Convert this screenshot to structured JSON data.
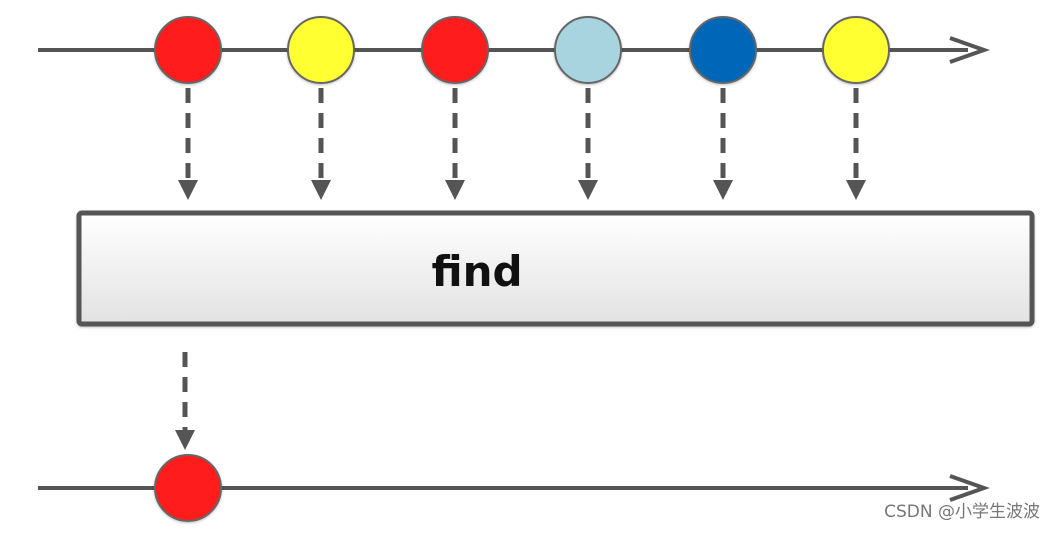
{
  "diagram": {
    "operator_label": "find",
    "line_color": "#555555",
    "input_marbles": [
      {
        "color_name": "red",
        "fill": "#ff1a1a"
      },
      {
        "color_name": "yellow",
        "fill": "#ffff33"
      },
      {
        "color_name": "red",
        "fill": "#ff1a1a"
      },
      {
        "color_name": "light-blue",
        "fill": "#a8d4e0"
      },
      {
        "color_name": "blue",
        "fill": "#0066b8"
      },
      {
        "color_name": "yellow",
        "fill": "#ffff33"
      }
    ],
    "output_marbles": [
      {
        "color_name": "red",
        "fill": "#ff1a1a"
      }
    ]
  },
  "watermark": "CSDN @小学生波波"
}
